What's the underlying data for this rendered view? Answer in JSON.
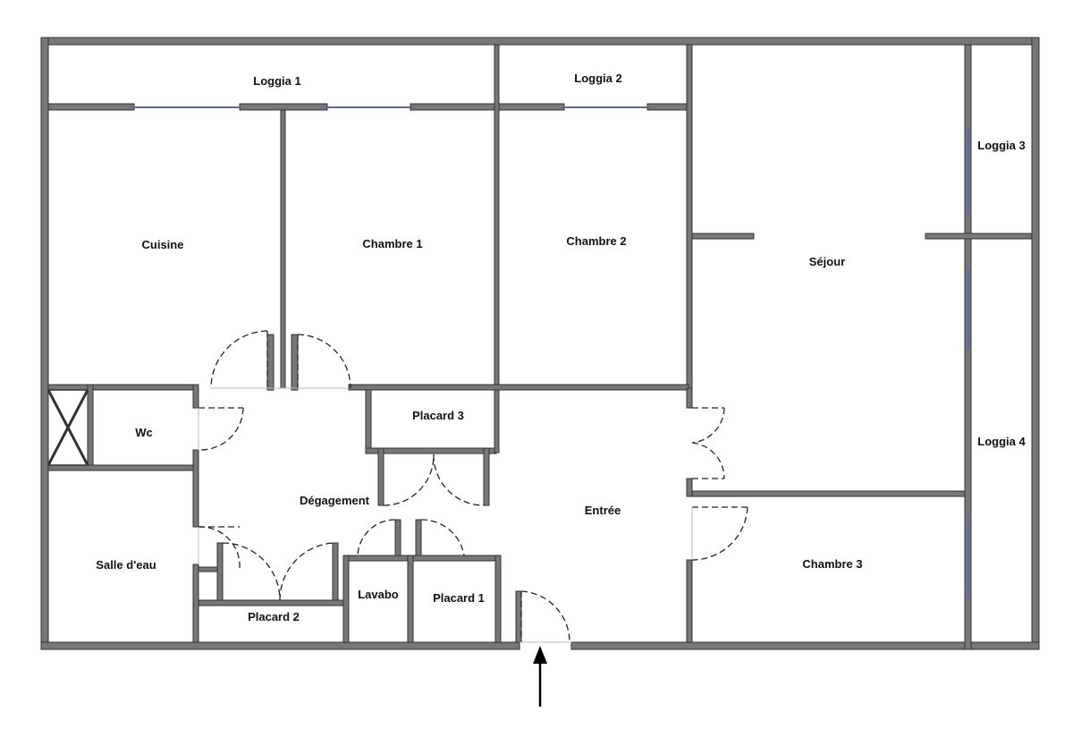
{
  "rooms": {
    "loggia_1": "Loggia 1",
    "loggia_2": "Loggia 2",
    "loggia_3": "Loggia 3",
    "loggia_4": "Loggia 4",
    "cuisine": "Cuisine",
    "chambre_1": "Chambre 1",
    "chambre_2": "Chambre 2",
    "chambre_3": "Chambre 3",
    "sejour": "Séjour",
    "wc": "Wc",
    "placard_1": "Placard 1",
    "placard_2": "Placard 2",
    "placard_3": "Placard 3",
    "degagement": "Dégagement",
    "entree": "Entrée",
    "salle_deau": "Salle d'eau",
    "lavabo": "Lavabo"
  },
  "icons": {
    "entrance": "entrance-arrow-icon",
    "duct": "ventilation-duct-icon"
  },
  "colors": {
    "wall": "#777777",
    "window": "#5a66b8",
    "background": "#ffffff"
  }
}
